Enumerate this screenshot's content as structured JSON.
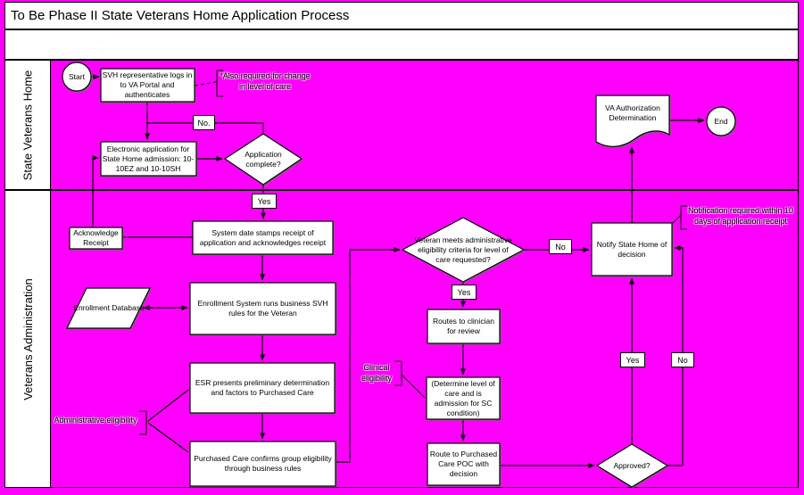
{
  "title": "To Be Phase II State Veterans Home Application Process",
  "lanes": [
    {
      "label": "State Veterans Home"
    },
    {
      "label": "Veterans Administration"
    }
  ],
  "nodes": {
    "start": "Start",
    "svh_login": "SVH representative logs in to VA Portal and authenticates",
    "electronic_application": "Electronic application for State Home admission: 10-10EZ and 10-10SH",
    "application_complete": "Application complete?",
    "acknowledge_receipt": "Acknowledge Receipt",
    "system_date_stamps": "System date stamps receipt of application and acknowledges receipt",
    "enrollment_database": "Enrollment Database",
    "enrollment_system_rules": "Enrollment System runs business SVH rules for the Veteran",
    "esr_presents": "ESR presents preliminary determination and factors to Purchased Care",
    "purchased_care_confirms": "Purchased Care confirms group eligibility through business rules",
    "veteran_meets_criteria": "Veteran meets administrative eligibility criteria for level of care requested?",
    "routes_to_clinician": "Routes to clinician for review",
    "determine_level_of_care": "(Determine level of care and is admission for SC condition)",
    "route_to_poc": "Route to Purchased Care POC with decision",
    "approved": "Approved?",
    "notify_state_home": "Notify State Home of decision",
    "va_authorization_determination": "VA Authorization Determination",
    "end": "End"
  },
  "edge_labels": {
    "application_incomplete_no": "No.",
    "application_complete_yes": "Yes",
    "criteria_no": "No",
    "criteria_yes": "Yes",
    "approved_yes": "Yes",
    "approved_no": "No"
  },
  "annotations": {
    "also_required_for_change": "*Also required for change in level of care",
    "administrative_eligibility": "Administrative eligibility",
    "clinical_eligibility": "Clinical eligibility",
    "notification_required": "Notification required within 10 days of application receipt"
  },
  "colors": {
    "background": "#ff00ff",
    "shape_fill": "#ffffff",
    "line": "#000000"
  }
}
